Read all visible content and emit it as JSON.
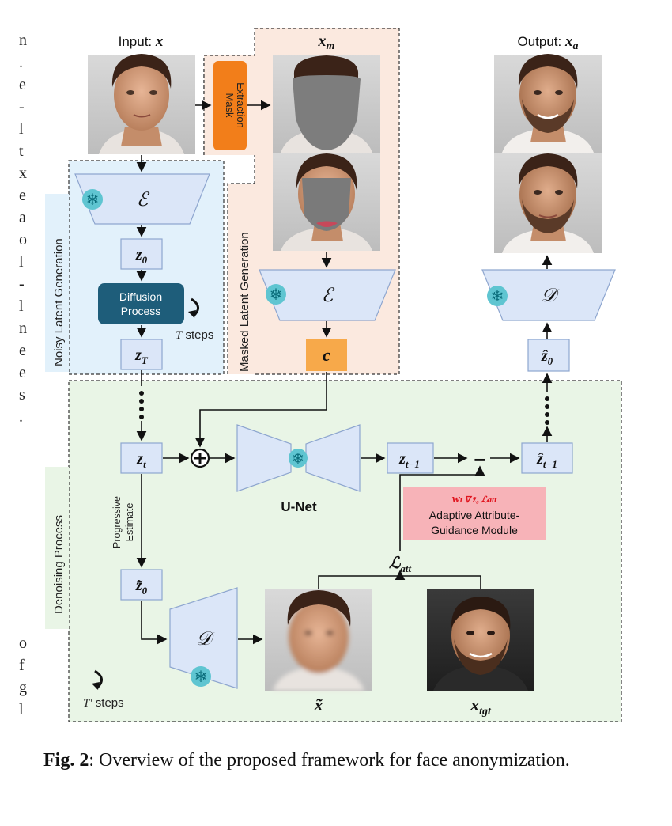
{
  "labels": {
    "input": "Input: ",
    "input_var": "x",
    "masked_var": "x",
    "masked_sub": "m",
    "output": "Output: ",
    "output_var": "x",
    "output_sub": "a",
    "mask_extraction_l1": "Mask",
    "mask_extraction_l2": "Extraction",
    "noisy_latent_generation": "Noisy Latent Generation",
    "masked_latent_generation": "Masked Latent Generation",
    "denoising_process": "Denoising Process",
    "encoder_symbol": "ℰ",
    "decoder_symbol": "𝒟",
    "z0": "z",
    "z0_sub": "0",
    "zT": "z",
    "zT_sub": "T",
    "zt": "z",
    "zt_sub": "t",
    "zt1": "z",
    "zt1_sub": "t−1",
    "zhat_t1": "ẑ",
    "zhat_t1_sub": "t−1",
    "zhat_0": "ẑ",
    "zhat_0_sub": "0",
    "ztilde_0": "z̃",
    "ztilde_0_sub": "0",
    "c": "c",
    "diffusion_l1": "Diffusion",
    "diffusion_l2": "Process",
    "t_steps": "T",
    "steps": " steps",
    "tprime_steps": "T′",
    "unet": "U-Net",
    "progressive_l1": "Progressive",
    "progressive_l2": "Estimate",
    "att_formula": "w",
    "att_formula_rest": "t ∇ z̃₀ ℒatt",
    "att_module_l1": "Adaptive Attribute-",
    "att_module_l2": "Guidance Module",
    "latt": "ℒ",
    "latt_sub": "att",
    "xtilde": "x̃",
    "xtgt": "x",
    "xtgt_sub": "tgt",
    "minus": "−"
  },
  "caption": {
    "fig": "Fig. 2",
    "text": ":  Overview of the proposed framework for face anonymization."
  },
  "margin_chars": [
    "n",
    ".",
    "e",
    "-",
    "l",
    "t",
    "x",
    "e",
    "a",
    "o",
    "l",
    "-",
    "l",
    "n",
    "e",
    "e",
    "s",
    "."
  ],
  "margin_chars_2": [
    "o",
    "f",
    "g",
    "l"
  ],
  "colors": {
    "noisy_bg": "#e2f1fb",
    "masked_bg": "#fbe9df",
    "denoise_bg": "#e9f5e6",
    "block_fill": "#dbe6f8",
    "block_stroke": "#8ea6cf",
    "diffusion_fill": "#1e5d7a",
    "mask_orange": "#f27e1a",
    "c_orange": "#f7a94a",
    "att_pink": "#f7b3b8",
    "att_red": "#e0141e"
  }
}
